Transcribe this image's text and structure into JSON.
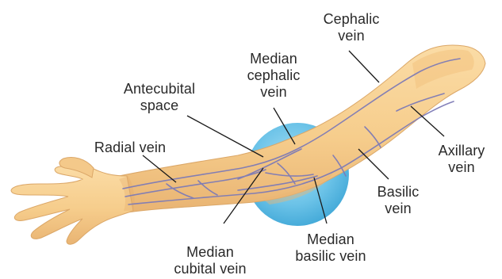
{
  "labels": {
    "cephalic": [
      "Cephalic",
      "vein"
    ],
    "median_cephalic": [
      "Median",
      "cephalic",
      "vein"
    ],
    "antecubital": [
      "Antecubital",
      "space"
    ],
    "radial": [
      "Radial vein"
    ],
    "axillary": [
      "Axillary",
      "vein"
    ],
    "basilic": [
      "Basilic",
      "vein"
    ],
    "median_basilic": [
      "Median",
      "basilic vein"
    ],
    "median_cubital": [
      "Median",
      "cubital vein"
    ]
  },
  "colors": {
    "skin": "#f8d296",
    "skin_shadow": "#e8b577",
    "vein": "#7e7bb6",
    "antecubital_circle": "#63bfe6",
    "leader_line": "#1a1a1a"
  }
}
